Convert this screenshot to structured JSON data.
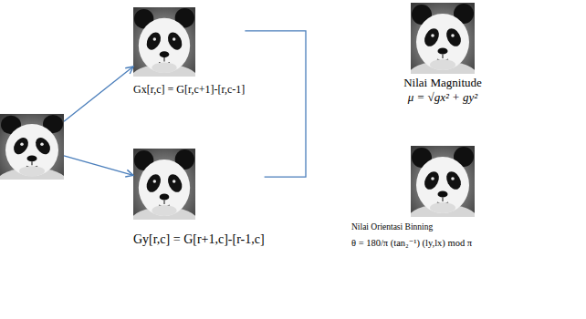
{
  "diagram": {
    "nodes": [
      {
        "text": []
      },
      {
        "text": [
          "Gx[r,c] = G[r,c+1]-[r,c-1]"
        ]
      },
      {
        "text": [
          "Gy[r,c] = G[r+1,c]-[r-1,c]"
        ]
      },
      {
        "text": [
          "Nilai Magnitude",
          "μ = √gx² + gy²"
        ]
      },
      {
        "text": [
          "Nilai Orientasi Binning",
          "θ = 180/π (tan₂⁻¹) (ly,lx) mod π"
        ]
      }
    ],
    "edges": [
      {
        "from": 0,
        "to": 1,
        "arrow": "to"
      },
      {
        "from": 0,
        "to": 2,
        "arrow": "to"
      },
      {
        "from": 1,
        "to": 2,
        "arrow": "none"
      }
    ]
  }
}
